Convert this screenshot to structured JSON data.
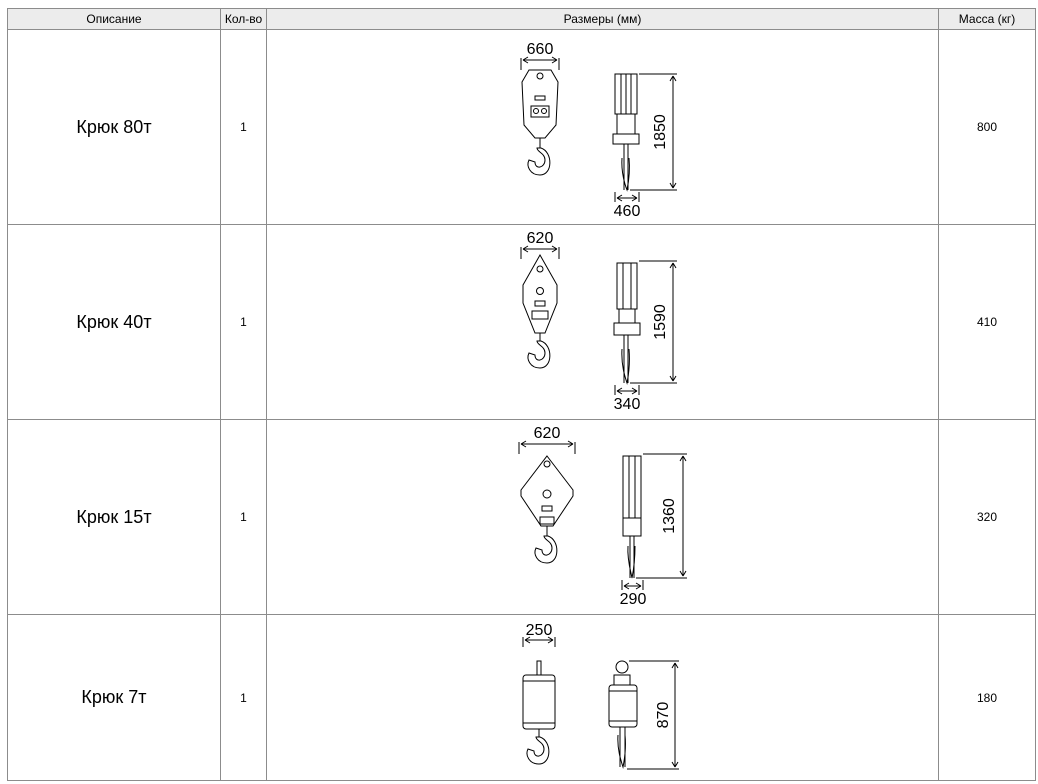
{
  "headers": {
    "description": "Описание",
    "quantity": "Кол-во",
    "dimensions": "Размеры (мм)",
    "mass": "Масса (кг)"
  },
  "rows": [
    {
      "description": "Крюк 80т",
      "quantity": "1",
      "width": "660",
      "height": "1850",
      "depth": "460",
      "mass": "800"
    },
    {
      "description": "Крюк 40т",
      "quantity": "1",
      "width": "620",
      "height": "1590",
      "depth": "340",
      "mass": "410"
    },
    {
      "description": "Крюк 15т",
      "quantity": "1",
      "width": "620",
      "height": "1360",
      "depth": "290",
      "mass": "320"
    },
    {
      "description": "Крюк 7т",
      "quantity": "1",
      "width": "250",
      "height": "870",
      "depth": "",
      "mass": "180"
    }
  ]
}
